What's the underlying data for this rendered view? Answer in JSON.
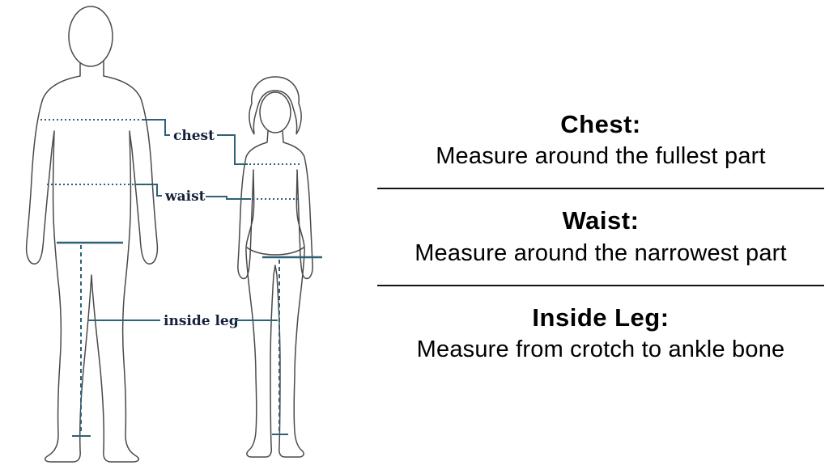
{
  "diagram": {
    "labels": {
      "chest": "chest",
      "waist": "waist",
      "inside_leg": "inside leg"
    },
    "figures": [
      "male-outline",
      "female-outline"
    ]
  },
  "instructions": {
    "sections": [
      {
        "heading": "Chest:",
        "body": "Measure around the fullest part"
      },
      {
        "heading": "Waist:",
        "body": "Measure around the narrowest part"
      },
      {
        "heading": "Inside Leg:",
        "body": "Measure from crotch to ankle bone"
      }
    ]
  },
  "colors": {
    "measure": "#2d6177",
    "figure": "#4a4a4a",
    "divider": "#121212",
    "label": "#15203a",
    "background": "#ffffff",
    "text": "#000000"
  }
}
